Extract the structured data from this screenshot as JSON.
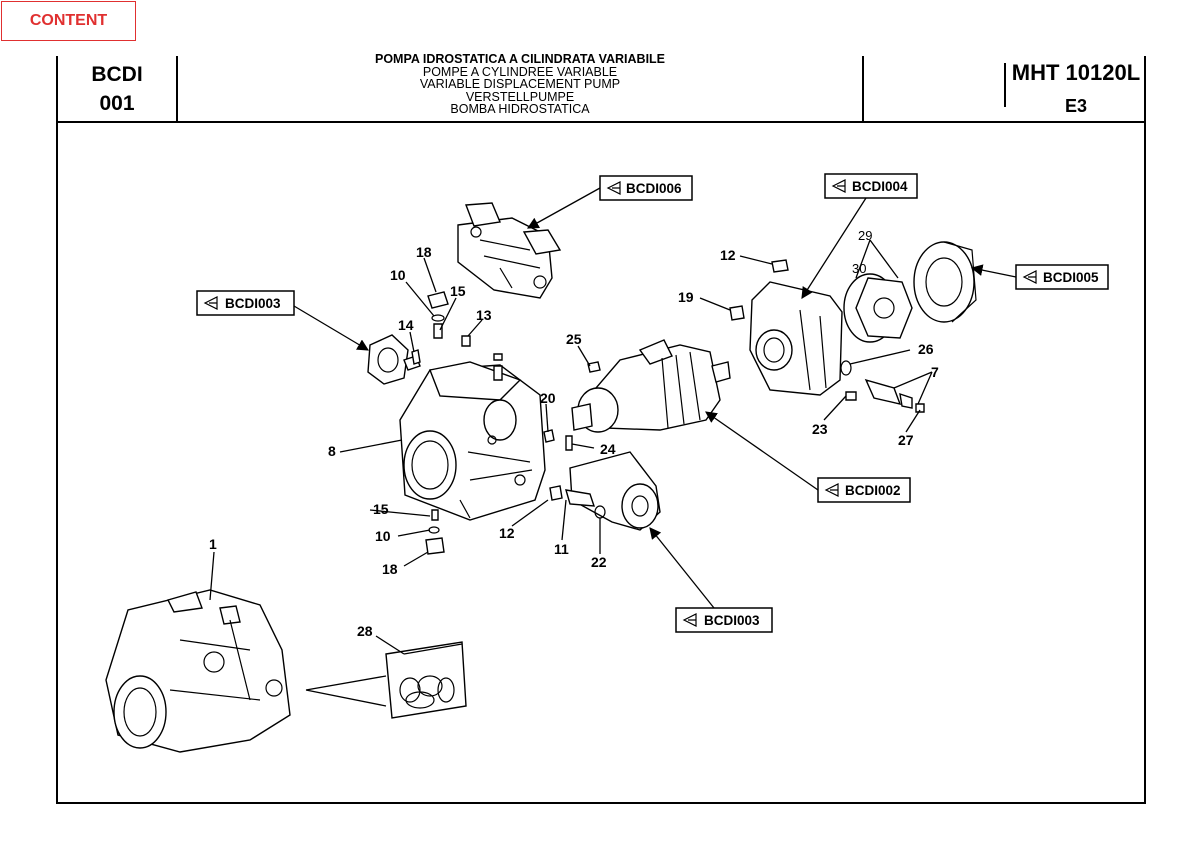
{
  "nav": {
    "content_label": "CONTENT"
  },
  "header": {
    "code_line1": "BCDI",
    "code_line2": "001",
    "title_it": "POMPA IDROSTATICA A CILINDRATA VARIABILE",
    "title_fr": "POMPE A CYLINDREE VARIABLE",
    "title_en": "VARIABLE DISPLACEMENT PUMP",
    "title_de": "VERSTELLPUMPE",
    "title_es": "BOMBA HIDROSTATICA",
    "model": "MHT 10120L",
    "revision": "E3"
  },
  "references": {
    "bcdi006": "BCDI006",
    "bcdi004": "BCDI004",
    "bcdi003_top": "BCDI003",
    "bcdi005": "BCDI005",
    "bcdi002": "BCDI002",
    "bcdi003_bottom": "BCDI003"
  },
  "callouts": {
    "c1": "1",
    "c7": "7",
    "c8": "8",
    "c10a": "10",
    "c10b": "10",
    "c11": "11",
    "c12a": "12",
    "c12b": "12",
    "c13": "13",
    "c14": "14",
    "c15a": "15",
    "c15b": "15",
    "c18a": "18",
    "c18b": "18",
    "c19": "19",
    "c20": "20",
    "c22": "22",
    "c23": "23",
    "c24": "24",
    "c25": "25",
    "c26": "26",
    "c27": "27",
    "c28": "28",
    "c29": "29",
    "c30": "30"
  }
}
